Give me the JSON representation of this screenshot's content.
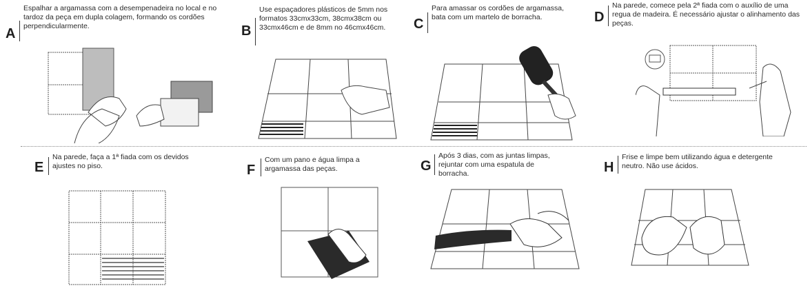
{
  "steps": [
    {
      "letter": "A",
      "text": "Espalhar a argamassa com a desempenadeira no local e no tardoz da peça em dupla colagem, formando os cordões perpendicularmente."
    },
    {
      "letter": "B",
      "text": "Use espaçadores plásticos de 5mm nos formatos 33cmx33cm, 38cmx38cm ou 33cmx46cm e de 8mm no 46cmx46cm."
    },
    {
      "letter": "C",
      "text": "Para amassar os cordões de argamassa, bata com um martelo de borracha."
    },
    {
      "letter": "D",
      "text": "Na parede, comece pela 2ª fiada com o auxílio de uma regua de madeira. É necessário ajustar o alinhamento das peças."
    },
    {
      "letter": "E",
      "text": "Na parede, faça a 1ª fiada com os devidos ajustes no piso."
    },
    {
      "letter": "F",
      "text": "Com um pano e água limpa a argamassa das peças."
    },
    {
      "letter": "G",
      "text": "Após 3 dias, com as juntas limpas, rejuntar com uma espatula de borracha."
    },
    {
      "letter": "H",
      "text": "Frise e limpe bem utilizando água e detergente neutro. Não use ácidos."
    }
  ]
}
